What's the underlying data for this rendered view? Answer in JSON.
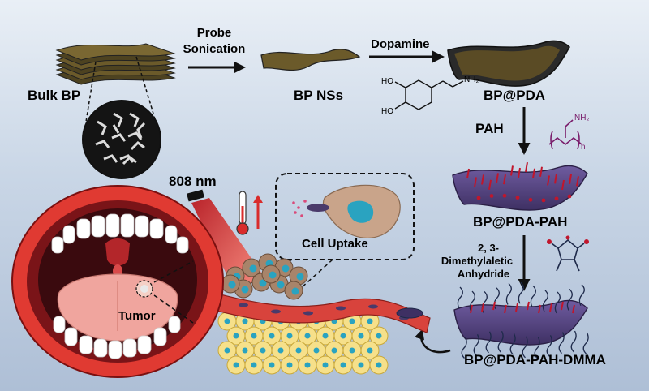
{
  "labels": {
    "bulk_bp": "Bulk BP",
    "probe_sonication_1": "Probe",
    "probe_sonication_2": "Sonication",
    "bp_nss": "BP NSs",
    "dopamine": "Dopamine",
    "bp_pda": "BP@PDA",
    "pah": "PAH",
    "bp_pda_pah": "BP@PDA-PAH",
    "reagent_1": "2, 3-",
    "reagent_2": "Dimethylaletic",
    "reagent_3": "Anhydride",
    "bp_pda_pah_dmma": "BP@PDA-PAH-DMMA",
    "laser": "808 nm",
    "cell_uptake": "Cell Uptake",
    "tumor": "Tumor"
  },
  "chem": {
    "ho1": "HO",
    "ho2": "HO",
    "nh2_dopamine": "NH₂",
    "nh2_pah": "NH₂",
    "n_sub": "n"
  },
  "colors": {
    "arrow": "#111111",
    "bp_sheet": "#6b5a2a",
    "pda_sheet": "#5b4a86",
    "pah_spike": "#c0162c",
    "dmma_strand": "#1e2a4a",
    "tumor_cell": "#c9a48a",
    "nucleus": "#2aa3c0",
    "vessel": "#d8433c",
    "laser_beam": "#e03a36",
    "mouth_lip": "#d92c2c",
    "tongue": "#f0a59e",
    "chem_purple": "#7a1d6b"
  },
  "icons": [
    "thermometer-icon",
    "up-arrow-icon",
    "mouth-illustration",
    "curved-arrow-icon"
  ]
}
